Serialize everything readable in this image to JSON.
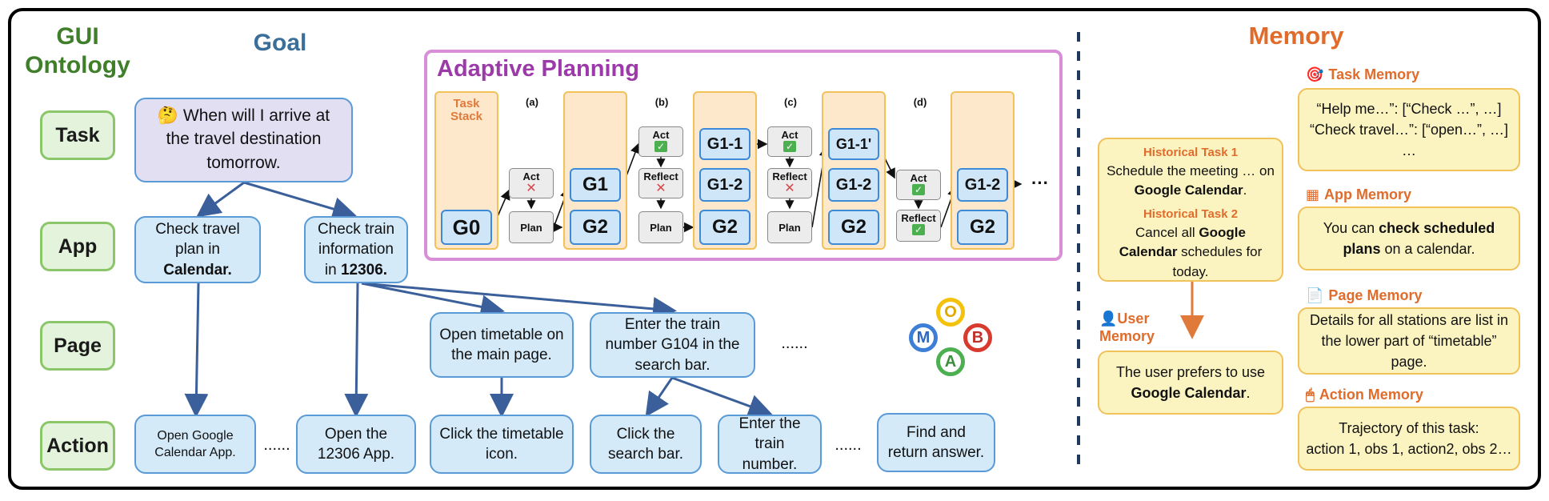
{
  "ontology": {
    "title": "GUI\nOntology",
    "goal_label": "Goal",
    "levels": [
      "Task",
      "App",
      "Page",
      "Action"
    ]
  },
  "task": {
    "emoji": "🤔",
    "text": "When will I arrive at the travel destination tomorrow."
  },
  "app_nodes": [
    {
      "pre": "Check travel plan in ",
      "bold": "Calendar."
    },
    {
      "pre": "Check train information in ",
      "bold": "12306."
    }
  ],
  "page_nodes": [
    "Open timetable on the main page.",
    "Enter the train number G104 in the search bar."
  ],
  "page_ellipsis": "......",
  "action_nodes": [
    "Open Google Calendar App.",
    "Open the 12306 App.",
    "Click the timetable icon.",
    "Click the search bar.",
    "Enter the train number.",
    "Find and return answer."
  ],
  "action_ellipsis": "......",
  "moba_letters": [
    "O",
    "M",
    "B",
    "A"
  ],
  "moba_colors": {
    "O": "#f4c20d",
    "M": "#3d7fd6",
    "B": "#d83a2e",
    "A": "#4caf50"
  },
  "adaptive": {
    "title": "Adaptive Planning",
    "task_stack_label": "Task\nStack",
    "step_labels": [
      "(a)",
      "(b)",
      "(c)",
      "(d)"
    ],
    "act": "Act",
    "plan": "Plan",
    "reflect": "Reflect",
    "g0": "G0",
    "g1": "G1",
    "g2": "G2",
    "g1_1": "G1-1",
    "g1_2": "G1-2",
    "g1_1p": "G1-1'",
    "ellipsis": "···",
    "check": "✓",
    "cross": "✕"
  },
  "memory": {
    "title": "Memory",
    "historical": [
      {
        "label": "Historical Task 1",
        "pre": "Schedule the meeting … on ",
        "bold": "Google Calendar",
        "post": "."
      },
      {
        "label": "Historical Task 2",
        "pre": "Cancel all ",
        "bold": "Google Calendar",
        "post": " schedules for today."
      }
    ],
    "user_memory_title": "User\nMemory",
    "user_memory": {
      "pre": "The user prefers to use ",
      "bold": "Google Calendar",
      "post": "."
    },
    "task_memory_title": "Task Memory",
    "task_memory_lines": [
      "“Help me…”: [“Check …”, …]",
      "“Check travel…”: [“open…”, …]",
      "…"
    ],
    "app_memory_title": "App Memory",
    "app_memory": {
      "pre": "You can ",
      "bold": "check scheduled plans",
      "post": " on a calendar."
    },
    "page_memory_title": "Page Memory",
    "page_memory": "Details for all stations are list in the lower part of “timetable” page.",
    "action_memory_title": "Action Memory",
    "action_memory_lines": [
      "Trajectory of this task:",
      "action 1, obs 1, action2, obs 2…"
    ]
  },
  "colors": {
    "ontology_green": "#3f7f2a",
    "goal_blue": "#3b6e98",
    "adaptive_purple": "#9b3aa8",
    "memory_orange": "#e06c2c",
    "arrow_blue": "#3b5f9a"
  }
}
